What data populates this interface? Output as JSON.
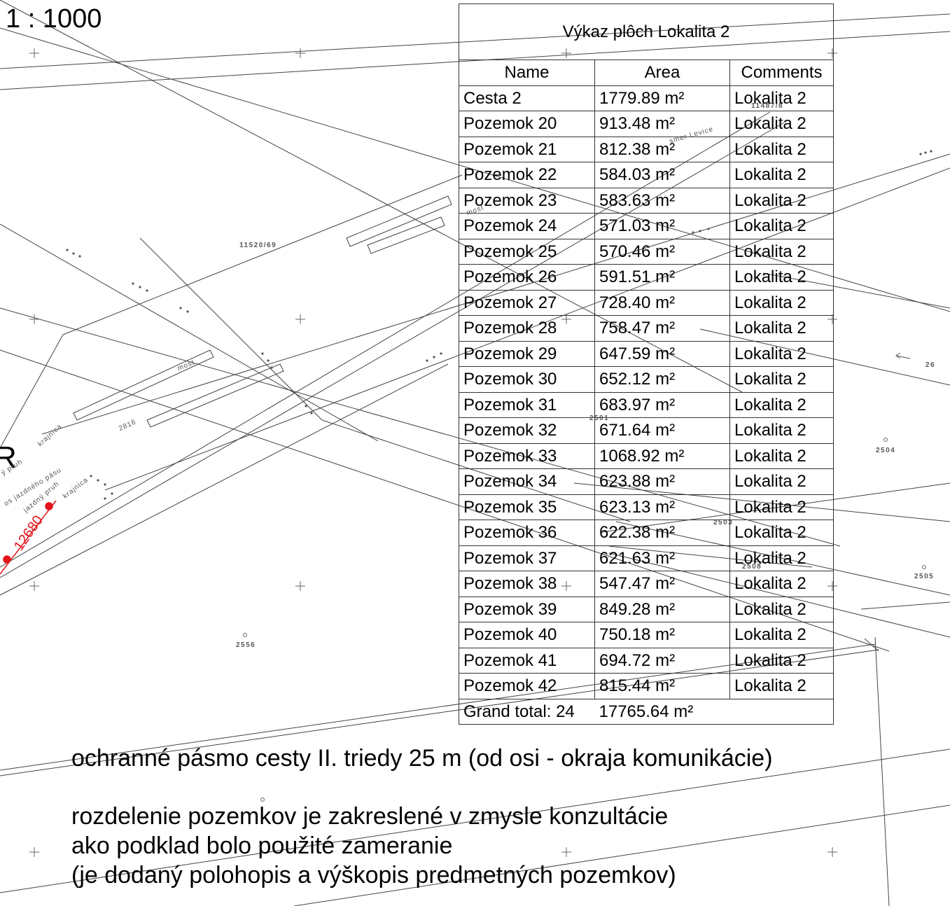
{
  "scale_label": "1 : 1000",
  "side_letter": "R",
  "map_labels": {
    "p11520": "11520/69",
    "p2556": "2556",
    "p2501": "2501",
    "p2504": "2504",
    "p2503": "2503",
    "p2508": "2508",
    "p2505": "2505",
    "p26": "26",
    "p11487": "11487/8",
    "smer": "smer Levice",
    "most1": "most",
    "most2": "most",
    "n2816": "2816",
    "krajnica1": "krajnica",
    "krajnica2": "krajnica",
    "pruh1": "ý pruh",
    "pas": "os jazdného pásu",
    "pruh2": "jazdný pruh",
    "km": "12680"
  },
  "colors": {
    "line": "#333333",
    "red": "#e1141b"
  },
  "table": {
    "title": "Výkaz plôch Lokalita 2",
    "headers": [
      "Name",
      "Area",
      "Comments"
    ],
    "rows": [
      [
        "Cesta 2",
        "1779.89 m²",
        "Lokalita 2"
      ],
      [
        "Pozemok 20",
        "913.48 m²",
        "Lokalita 2"
      ],
      [
        "Pozemok 21",
        "812.38 m²",
        "Lokalita 2"
      ],
      [
        "Pozemok 22",
        "584.03 m²",
        "Lokalita 2"
      ],
      [
        "Pozemok 23",
        "583.63 m²",
        "Lokalita 2"
      ],
      [
        "Pozemok 24",
        "571.03 m²",
        "Lokalita 2"
      ],
      [
        "Pozemok 25",
        "570.46 m²",
        "Lokalita 2"
      ],
      [
        "Pozemok 26",
        "591.51 m²",
        "Lokalita 2"
      ],
      [
        "Pozemok 27",
        "728.40 m²",
        "Lokalita 2"
      ],
      [
        "Pozemok 28",
        "758.47 m²",
        "Lokalita 2"
      ],
      [
        "Pozemok 29",
        "647.59 m²",
        "Lokalita 2"
      ],
      [
        "Pozemok 30",
        "652.12 m²",
        "Lokalita 2"
      ],
      [
        "Pozemok 31",
        "683.97 m²",
        "Lokalita 2"
      ],
      [
        "Pozemok 32",
        "671.64 m²",
        "Lokalita 2"
      ],
      [
        "Pozemok 33",
        "1068.92 m²",
        "Lokalita 2"
      ],
      [
        "Pozemok 34",
        "623.88 m²",
        "Lokalita 2"
      ],
      [
        "Pozemok 35",
        "623.13 m²",
        "Lokalita 2"
      ],
      [
        "Pozemok 36",
        "622.38 m²",
        "Lokalita 2"
      ],
      [
        "Pozemok 37",
        "621.63 m²",
        "Lokalita 2"
      ],
      [
        "Pozemok 38",
        "547.47 m²",
        "Lokalita 2"
      ],
      [
        "Pozemok 39",
        "849.28 m²",
        "Lokalita 2"
      ],
      [
        "Pozemok 40",
        "750.18 m²",
        "Lokalita 2"
      ],
      [
        "Pozemok 41",
        "694.72 m²",
        "Lokalita 2"
      ],
      [
        "Pozemok 42",
        "815.44 m²",
        "Lokalita 2"
      ]
    ],
    "total_label": "Grand total: 24",
    "total_area": "17765.64 m²"
  },
  "notes": [
    "ochranné pásmo cesty II. triedy 25 m (od osi - okraja komunikácie)",
    "rozdelenie pozemkov je zakreslené v zmysle konzultácie",
    "ako podklad bolo použité zameranie",
    "(je dodaný polohopis a výškopis predmetných pozemkov)"
  ]
}
